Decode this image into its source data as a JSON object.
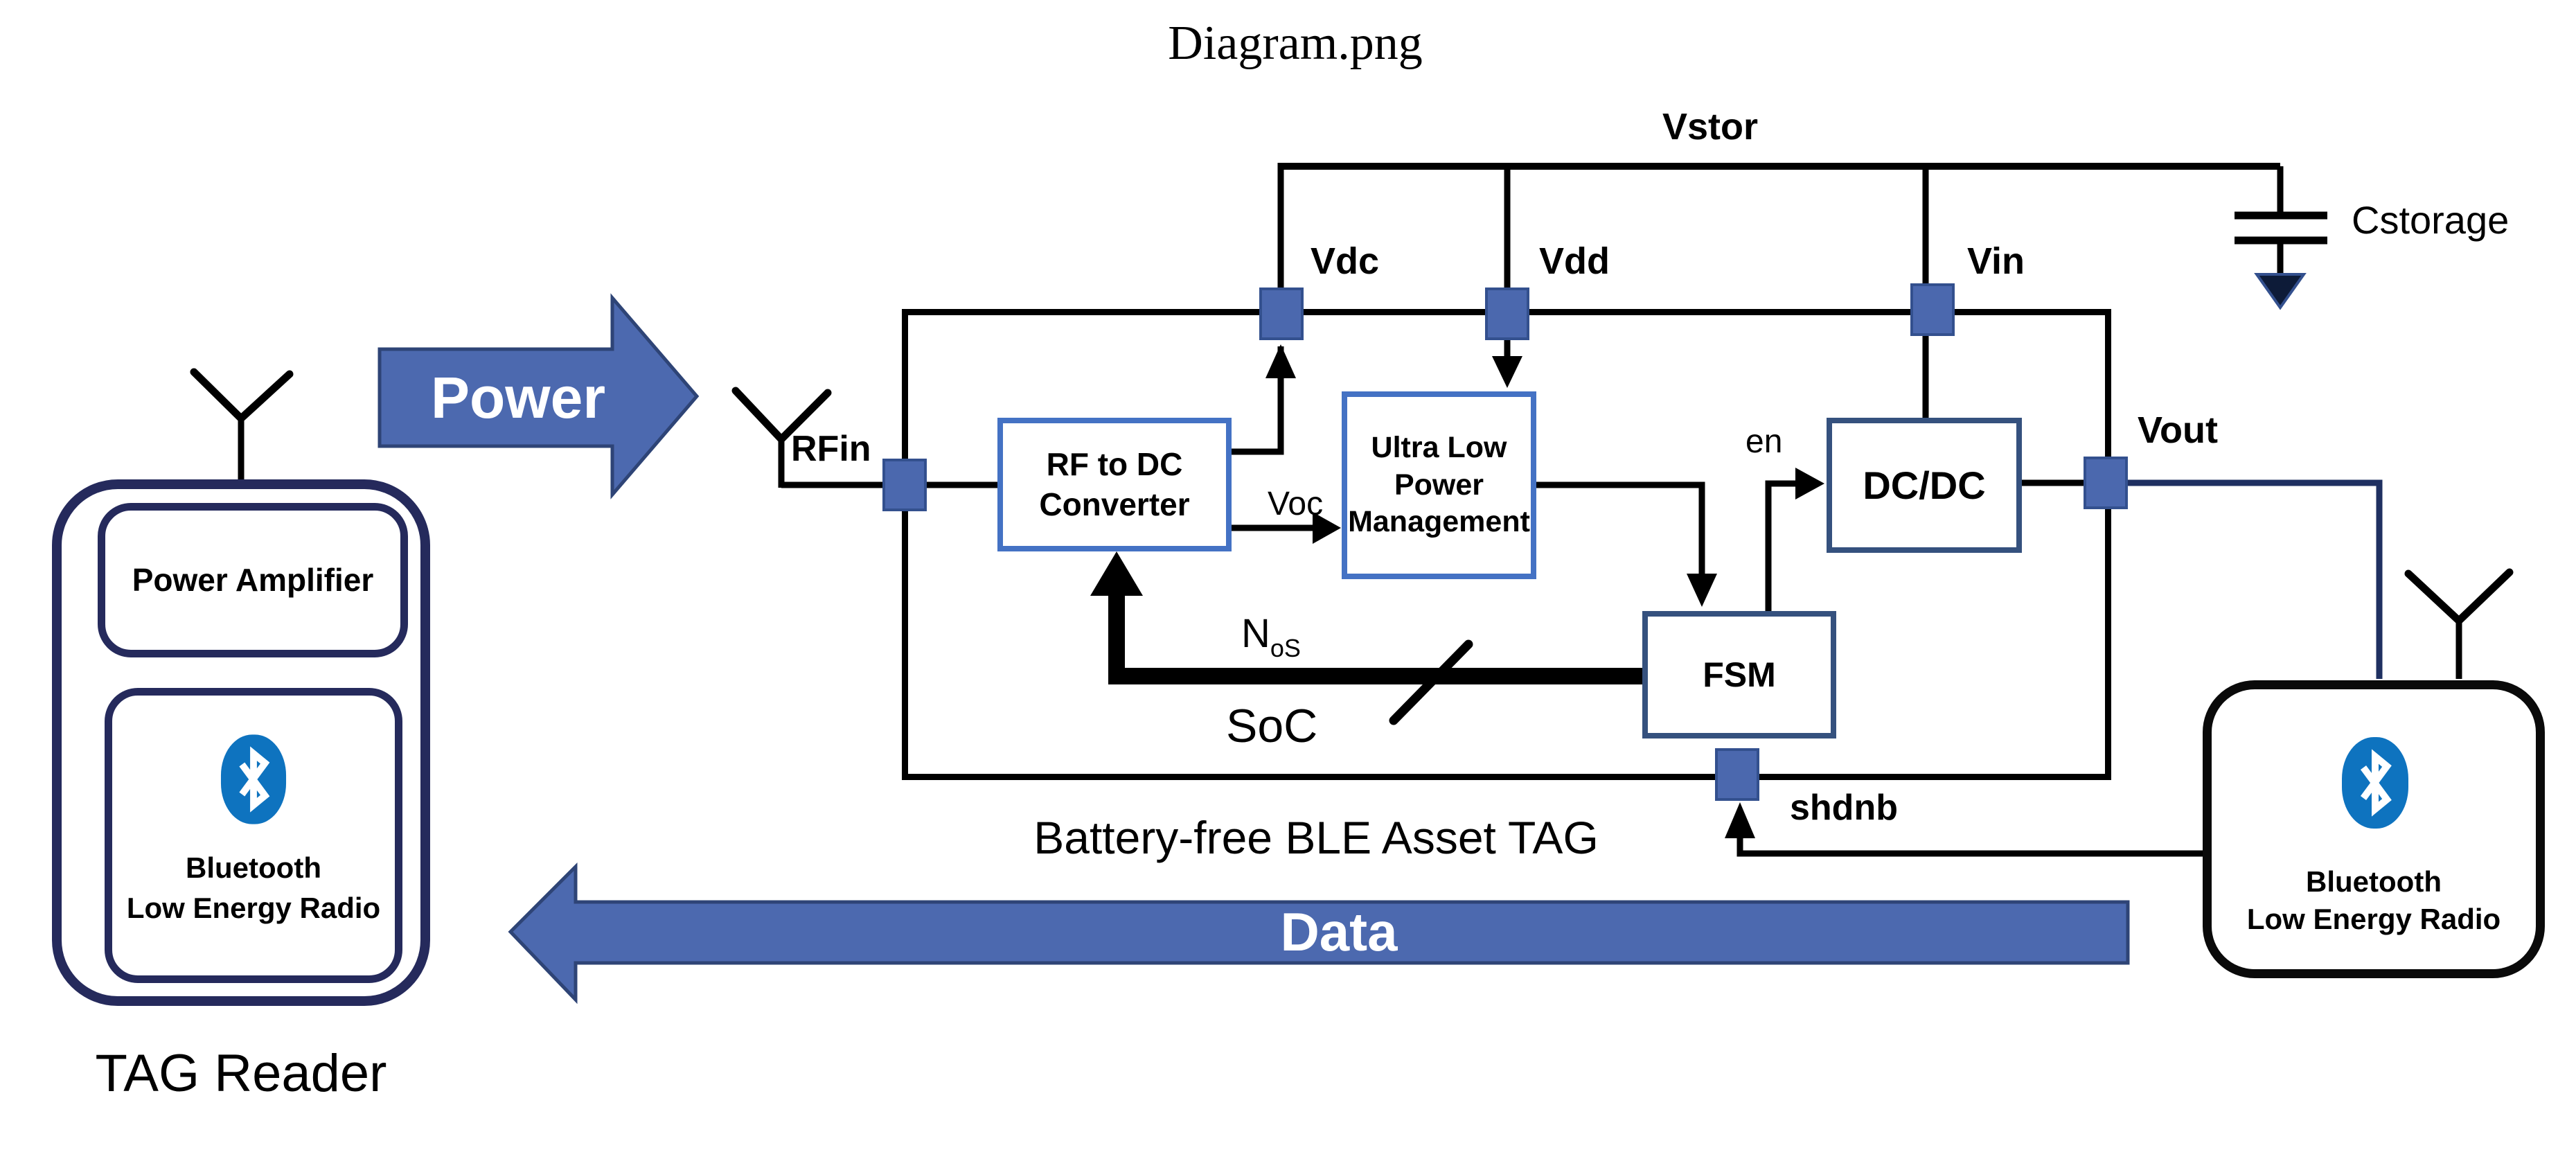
{
  "title": "Diagram.png",
  "tag_reader": {
    "label": "TAG Reader",
    "power_amplifier": "Power Amplifier",
    "bt_line1": "Bluetooth",
    "bt_line2": "Low Energy Radio"
  },
  "flow": {
    "power": "Power",
    "data": "Data"
  },
  "soc": {
    "caption": "Battery-free BLE Asset TAG",
    "label": "SoC"
  },
  "blocks": {
    "rfdc1": "RF to DC",
    "rfdc2": "Converter",
    "ulpm1": "Ultra Low",
    "ulpm2": "Power",
    "ulpm3": "Management",
    "dcdc": "DC/DC",
    "fsm": "FSM"
  },
  "ble": {
    "line1": "Bluetooth",
    "line2": "Low Energy Radio"
  },
  "signals": {
    "vstor": "Vstor",
    "cstorage": "Cstorage",
    "vdc": "Vdc",
    "vdd": "Vdd",
    "vin": "Vin",
    "vout": "Vout",
    "rfin": "RFin",
    "voc": "Voc",
    "en": "en",
    "shdnb": "shdnb",
    "nos_base": "N",
    "nos_sub": "oS"
  },
  "colors": {
    "wire": "#000000",
    "navy_trace": "#1f3061",
    "arrow_fill": "#4c69af",
    "arrow_stroke": "#2e4476",
    "port_fill": "#4b68ae",
    "port_stroke": "#33508e",
    "box_blue": "#4472c4",
    "box_steel": "#35517e",
    "reader_border": "#252a5c",
    "bt_blue": "#0e73bf",
    "ground_fill": "#0d1b38"
  }
}
